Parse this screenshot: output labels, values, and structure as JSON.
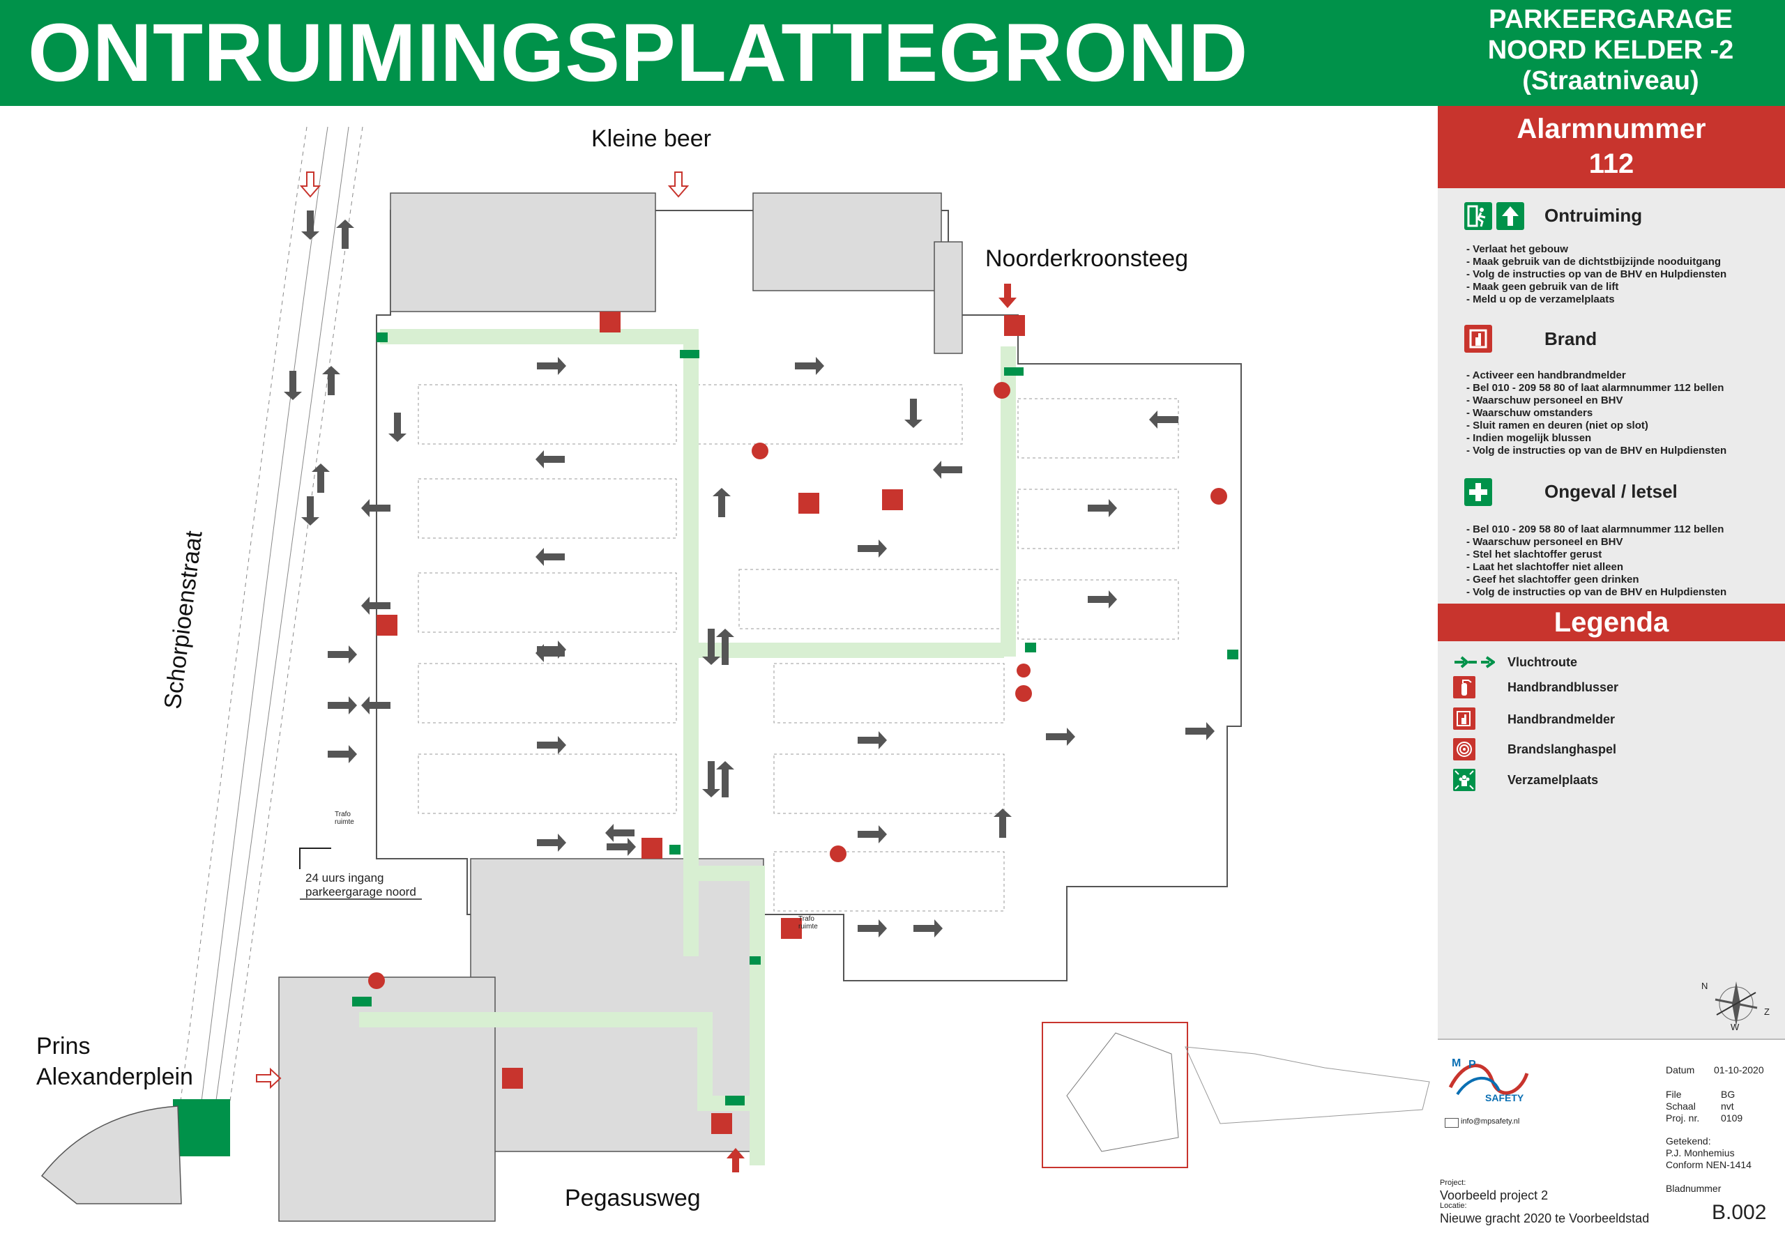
{
  "header": {
    "title": "ONTRUIMINGSPLATTEGROND",
    "subtitle_lines": [
      "PARKEERGARAGE",
      "NOORD KELDER -2",
      "(Straatniveau)"
    ]
  },
  "alarm": {
    "label": "Alarmnummer",
    "number": "112"
  },
  "sections": [
    {
      "title": "Ontruiming",
      "icon": "emergency-exit-icon",
      "items": [
        "- Verlaat het gebouw",
        "- Maak gebruik van de dichtstbijzijnde nooduitgang",
        "- Volg de instructies op van de BHV en Hulpdiensten",
        "- Maak geen gebruik van de lift",
        "- Meld u op de verzamelplaats"
      ]
    },
    {
      "title": "Brand",
      "icon": "fire-alarm-icon",
      "items": [
        "- Activeer een handbrandmelder",
        "- Bel 010 - 209 58 80 of laat alarmnummer 112 bellen",
        "- Waarschuw personeel en BHV",
        "- Waarschuw omstanders",
        "- Sluit ramen en deuren (niet op slot)",
        "- Indien mogelijk blussen",
        "- Volg de instructies op van de BHV en Hulpdiensten"
      ]
    },
    {
      "title": "Ongeval / letsel",
      "icon": "first-aid-icon",
      "items": [
        "- Bel 010 - 209 58 80 of laat alarmnummer 112 bellen",
        "- Waarschuw personeel en BHV",
        "- Stel het slachtoffer gerust",
        "- Laat het slachtoffer niet alleen",
        "- Geef het slachtoffer geen drinken",
        "- Volg de instructies op van de BHV en Hulpdiensten"
      ]
    }
  ],
  "legenda": {
    "title": "Legenda",
    "items": [
      {
        "label": "Vluchtroute",
        "icon": "escape-route-icon"
      },
      {
        "label": "Handbrandblusser",
        "icon": "fire-extinguisher-icon"
      },
      {
        "label": "Handbrandmelder",
        "icon": "fire-alarm-icon"
      },
      {
        "label": "Brandslanghaspel",
        "icon": "fire-hose-reel-icon"
      },
      {
        "label": "Verzamelplaats",
        "icon": "assembly-point-icon"
      }
    ]
  },
  "compass": {
    "n": "N",
    "z": "Z",
    "w": "W"
  },
  "streets": {
    "kleine_beer": "Kleine beer",
    "noorderkroonsteeg": "Noorderkroonsteeg",
    "schorpioenstraat": "Schorpioenstraat",
    "prins_line1": "Prins",
    "prins_line2": "Alexanderplein",
    "pegasusweg": "Pegasusweg"
  },
  "map_labels": {
    "entrance_line1": "24 uurs ingang",
    "entrance_line2": "parkeergarage noord",
    "trafo": "Trafo ruimte"
  },
  "titleblock": {
    "logo": "MP SAFETY",
    "email": "info@mpsafety.nl",
    "datum_label": "Datum",
    "datum_value": "01-10-2020",
    "file_label": "File",
    "file_value": "BG",
    "schaal_label": "Schaal",
    "schaal_value": "nvt",
    "proj_label": "Proj. nr.",
    "proj_value": "0109",
    "getekend_label": "Getekend:",
    "getekend_name": "P.J. Monhemius",
    "conform": "Conform NEN-1414",
    "project_label": "Project:",
    "project_value": "Voorbeeld project 2",
    "locatie_label": "Locatie:",
    "locatie_value": "Nieuwe gracht 2020 te Voorbeeldstad",
    "blad_label": "Bladnummer",
    "blad_value": "B.002"
  },
  "colors": {
    "green": "#00924a",
    "red": "#c8342d",
    "sidebar": "#ebebeb",
    "building": "#dcdcdc",
    "route": "#d8efd2"
  }
}
